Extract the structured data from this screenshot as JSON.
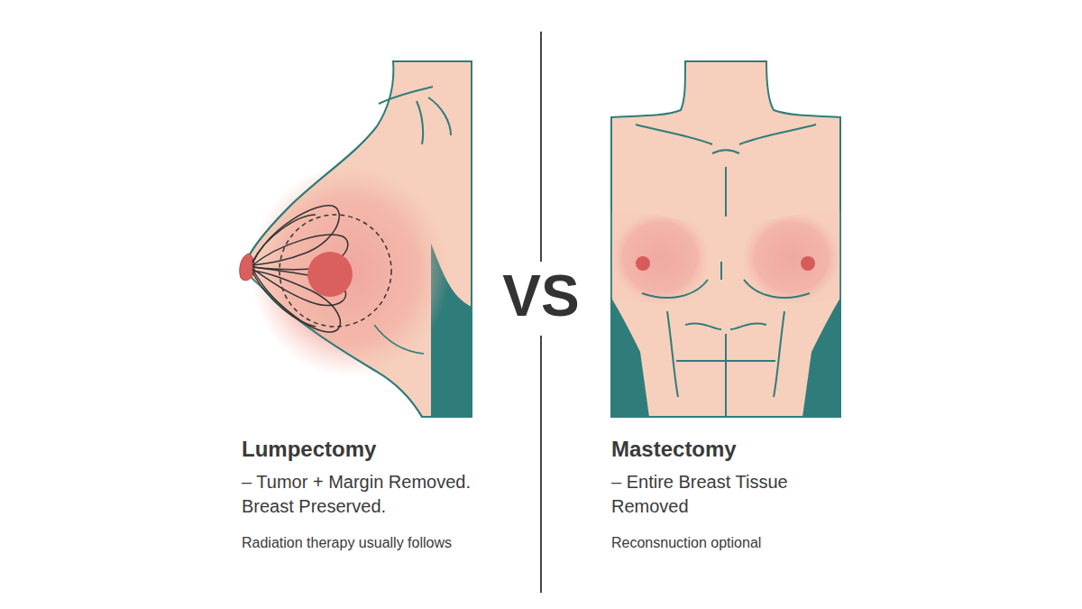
{
  "diagram": {
    "labels": [
      "Lumpectomy",
      "– Tumor + Margin Removed. Breast Preserved.",
      "Radiation therapy usually follows",
      "VS",
      "Mastectomy",
      "– Entire Breast Tissue Removed",
      "Reconsnuction optional"
    ]
  }
}
